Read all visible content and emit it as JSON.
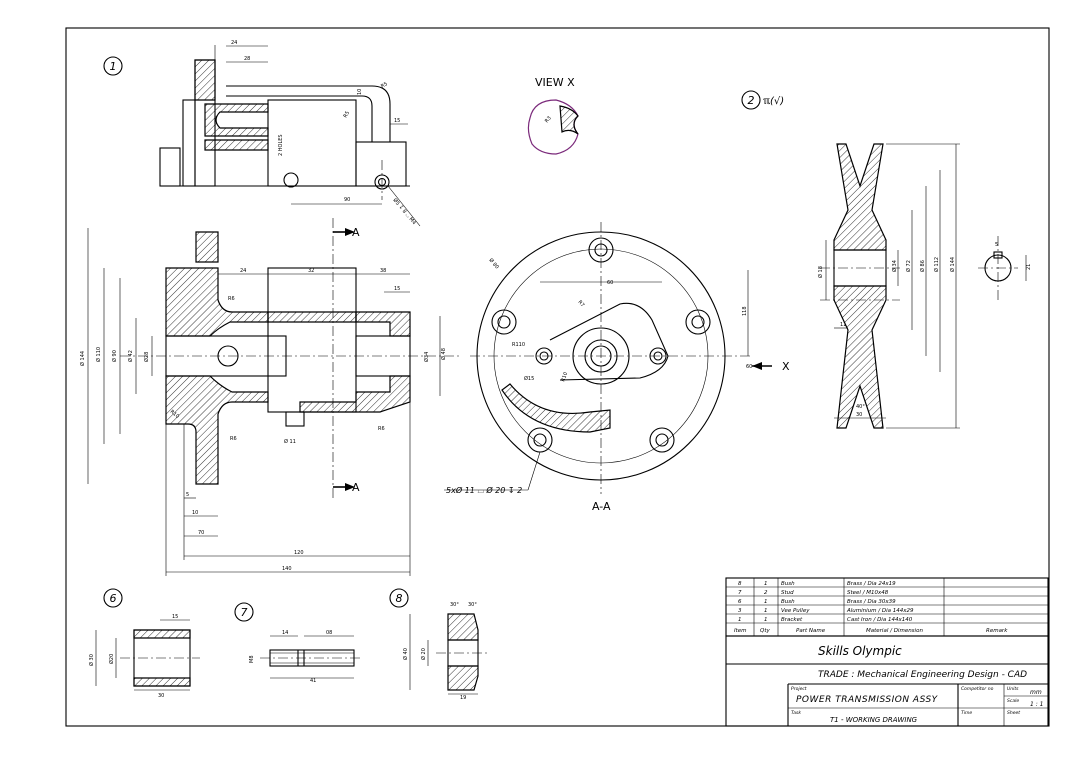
{
  "views": {
    "view_x_title": "VIEW X",
    "section_label": "A-A",
    "cut_a_top": "A",
    "cut_a_bottom": "A",
    "arrow_x": "X",
    "callouts": [
      "1",
      "2",
      "6",
      "7",
      "8"
    ],
    "finish_symbol": "ℼ(√)",
    "hole_note": "5xØ 11 ⌴ Ø 20 ↧ 2"
  },
  "dimensions": {
    "part1": [
      "24",
      "28",
      "10",
      "R5",
      "15",
      "90",
      "2 HOLES",
      "Ø5 ↧ 8 ⌴ M4"
    ],
    "view_x": [
      "R3"
    ],
    "main": [
      "Ø 144",
      "Ø 110",
      "Ø 90",
      "Ø 42",
      "Ø28",
      "24",
      "32",
      "38",
      "15",
      "Ø34",
      "Ø 48",
      "R10",
      "R6",
      "Ø 11",
      "5",
      "10",
      "70",
      "120",
      "140"
    ],
    "section": [
      "Ø 80",
      "60",
      "R7",
      "118",
      "R110",
      "Ø15",
      "R10",
      "60"
    ],
    "pulley": [
      "Ø 18",
      "Ø 34",
      "Ø 72",
      "Ø 86",
      "Ø 112",
      "Ø 144",
      "30",
      "11",
      "40°"
    ],
    "keyway": [
      "21",
      "5"
    ],
    "part6": [
      "15",
      "Ø 30",
      "Ø20",
      "30"
    ],
    "part7": [
      "14",
      "08",
      "M8",
      "41"
    ],
    "part8": [
      "30°",
      "30°",
      "Ø 40",
      "Ø 20",
      "19"
    ]
  },
  "parts_list": {
    "rows": [
      {
        "item": "8",
        "qty": "1",
        "part": "Bush",
        "material": "Brass / Dia 24x19",
        "remark": ""
      },
      {
        "item": "7",
        "qty": "2",
        "part": "Stud",
        "material": "Steel / M10x48",
        "remark": ""
      },
      {
        "item": "6",
        "qty": "1",
        "part": "Bush",
        "material": "Brass / Dia 30x39",
        "remark": ""
      },
      {
        "item": "3",
        "qty": "1",
        "part": "Vee Pulley",
        "material": "Aluminium / Dia 144x29",
        "remark": ""
      },
      {
        "item": "1",
        "qty": "1",
        "part": "Bracket",
        "material": "Cast Iron / Dia 144x140",
        "remark": ""
      }
    ],
    "headers": {
      "item": "Item",
      "qty": "Qty",
      "part": "Part Name",
      "material": "Material / Dimension",
      "remark": "Remark"
    }
  },
  "title_block": {
    "org": "Skills Olympic",
    "trade": "TRADE : Mechanical Engineering Design - CAD",
    "project_label": "Project",
    "project": "POWER TRANSMISSION ASSY",
    "task_label": "Task",
    "task": "T1 - WORKING DRAWING",
    "competitor_label": "Competitor no",
    "time_label": "Time",
    "units_label": "Units",
    "units": "mm",
    "scale_label": "Scale",
    "scale": "1 : 1",
    "sheet_label": "Sheet"
  }
}
